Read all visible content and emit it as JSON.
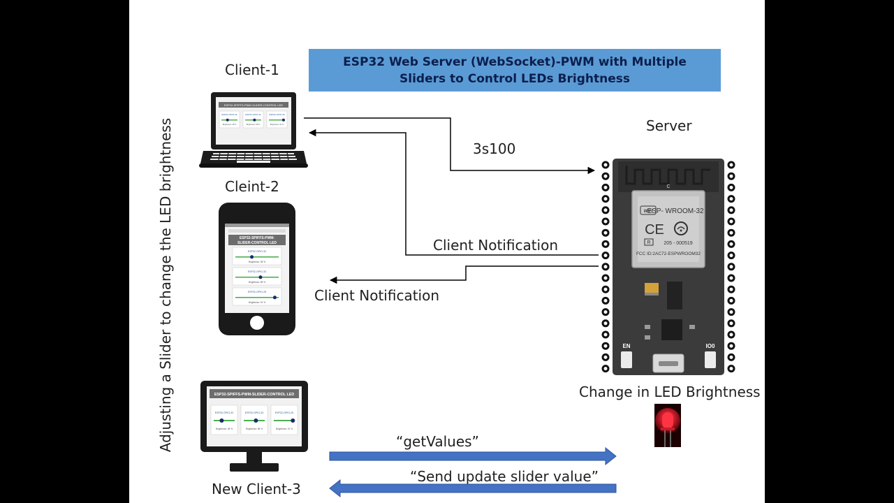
{
  "diagram": {
    "title": "ESP32 Web Server (WebSocket)-PWM with Multiple Sliders to Control LEDs Brightness",
    "side_label": "Adjusting a Slider to change the LED brightness",
    "nodes": {
      "client1": "Client-1",
      "client2": "Cleint-2",
      "client3": "New Client-3",
      "server": "Server",
      "led": "Change in LED Brightness"
    },
    "edges": {
      "client1_to_server": "3s100",
      "server_to_client1": "Client Notification",
      "server_to_client2": "Client Notification",
      "client3_to_server": "“getValues”",
      "server_to_client3": "“Send update slider value”"
    }
  },
  "web_app": {
    "header": "ESP32-SPIFFS-PWM-SLIDER-CONTROL LED",
    "phone_header_line1": "ESP32-SPIFFS-PWM-",
    "phone_header_line2": "SLIDER-CONTROL LED",
    "sliders": [
      {
        "label": "ESP32-GPIO-32",
        "brightness_text": "Brightness: 38 %",
        "value": 0.38
      },
      {
        "label": "ESP32-GPIO-33",
        "brightness_text": "Brightness: 58 %",
        "value": 0.58
      },
      {
        "label": "ESP32-GPIO-25",
        "brightness_text": "Brightness: 91 %",
        "value": 0.91
      }
    ]
  },
  "board": {
    "model": "ESP- WROOM-32",
    "cert_id": "205 - 000519",
    "fcc_id": "FCC ID:2AC72-ESPWROOM32",
    "wifi_mark": "WiFi",
    "ce_mark": "CE",
    "r_mark": "R",
    "button_left": "EN",
    "button_right": "IO0",
    "pin_mark": "C"
  },
  "colors": {
    "title_fill": "#5b9bd5",
    "arrow_blue": "#4472c4",
    "board": "#3b3b3b",
    "led_red": "#ff2a3a",
    "slider_green": "#4caf50"
  }
}
